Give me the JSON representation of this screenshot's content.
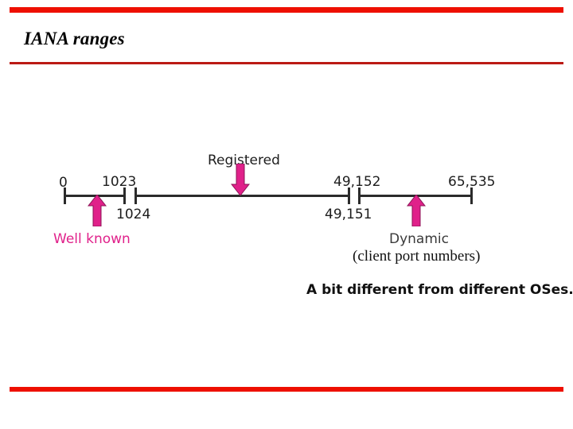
{
  "slide": {
    "title": "IANA ranges",
    "accent_color_thick": "#ee0f00",
    "accent_color_thin": "#bb1a14",
    "background": "#ffffff"
  },
  "diagram": {
    "type": "number-line",
    "line_color": "#2b2b2b",
    "arrow_color": "#e0218a",
    "ticks": [
      {
        "label": "0",
        "position": "above",
        "value": 0
      },
      {
        "label": "1023",
        "position": "above",
        "value": 1023
      },
      {
        "label": "1024",
        "position": "below",
        "value": 1024
      },
      {
        "label": "49,151",
        "position": "below",
        "value": 49151
      },
      {
        "label": "49,152",
        "position": "above",
        "value": 49152
      },
      {
        "label": "65,535",
        "position": "above",
        "value": 65535
      }
    ],
    "ranges": [
      {
        "name": "Well known",
        "label": "Well known",
        "from": 0,
        "to": 1023,
        "arrow": "up",
        "label_color": "#e0218a"
      },
      {
        "name": "Registered",
        "label": "Registered",
        "from": 1024,
        "to": 49151,
        "arrow": "down",
        "label_color": "#1d1d1d"
      },
      {
        "name": "Dynamic",
        "label": "Dynamic",
        "from": 49152,
        "to": 65535,
        "arrow": "up",
        "label_color": "#3a3a3a"
      }
    ]
  },
  "annotations": {
    "dynamic_subtitle": "(client port numbers)",
    "note": "A bit different from different OSes."
  }
}
